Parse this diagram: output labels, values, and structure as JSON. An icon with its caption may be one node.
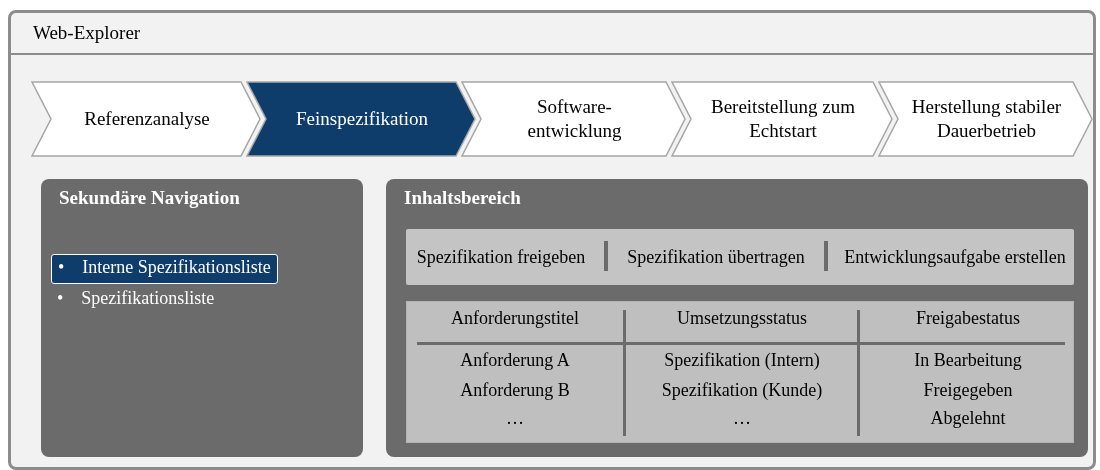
{
  "diagram": {
    "nodes": [
      {
        "text": [
          "Web-Explorer"
        ]
      },
      {
        "text": [
          "Referenzanalyse"
        ],
        "in": 0
      },
      {
        "text": [
          "Feinspezifikation"
        ],
        "in": 0
      },
      {
        "text": [
          "Software-entwicklung"
        ],
        "in": 0
      },
      {
        "text": [
          "Bereitstellung zum Echtstart"
        ],
        "in": 0
      },
      {
        "text": [
          "Herstellung stabiler Dauerbetrieb"
        ],
        "in": 0
      },
      {
        "text": [
          "Sekundäre Navigation"
        ],
        "in": 0
      },
      {
        "text": [
          "•",
          "Interne Spezifikationsliste"
        ],
        "in": 6
      },
      {
        "text": [
          "•",
          "Spezifikationsliste"
        ],
        "in": 6
      },
      {
        "text": [
          "Inhaltsbereich"
        ],
        "in": 0
      },
      {
        "text": [],
        "shape": "bar",
        "in": 9
      },
      {
        "text": [
          "Spezifikation freigeben"
        ],
        "in": 10
      },
      {
        "text": [
          "Spezifikation übertragen"
        ],
        "in": 10
      },
      {
        "text": [
          "Entwicklungsaufgabe erstellen"
        ],
        "in": 10
      },
      {
        "text": [],
        "shape": "box",
        "in": 9
      }
    ],
    "edges": [],
    "labels": [
      "Anforderungstitel",
      "Umsetzungsstatus",
      "Freigabestatus",
      "Anforderung A",
      "Spezifikation (Intern)",
      "In Bearbeitung",
      "Anforderung B",
      "Spezifikation (Kunde)",
      "Freigegeben",
      "…",
      "…",
      "Abgelehnt"
    ]
  }
}
